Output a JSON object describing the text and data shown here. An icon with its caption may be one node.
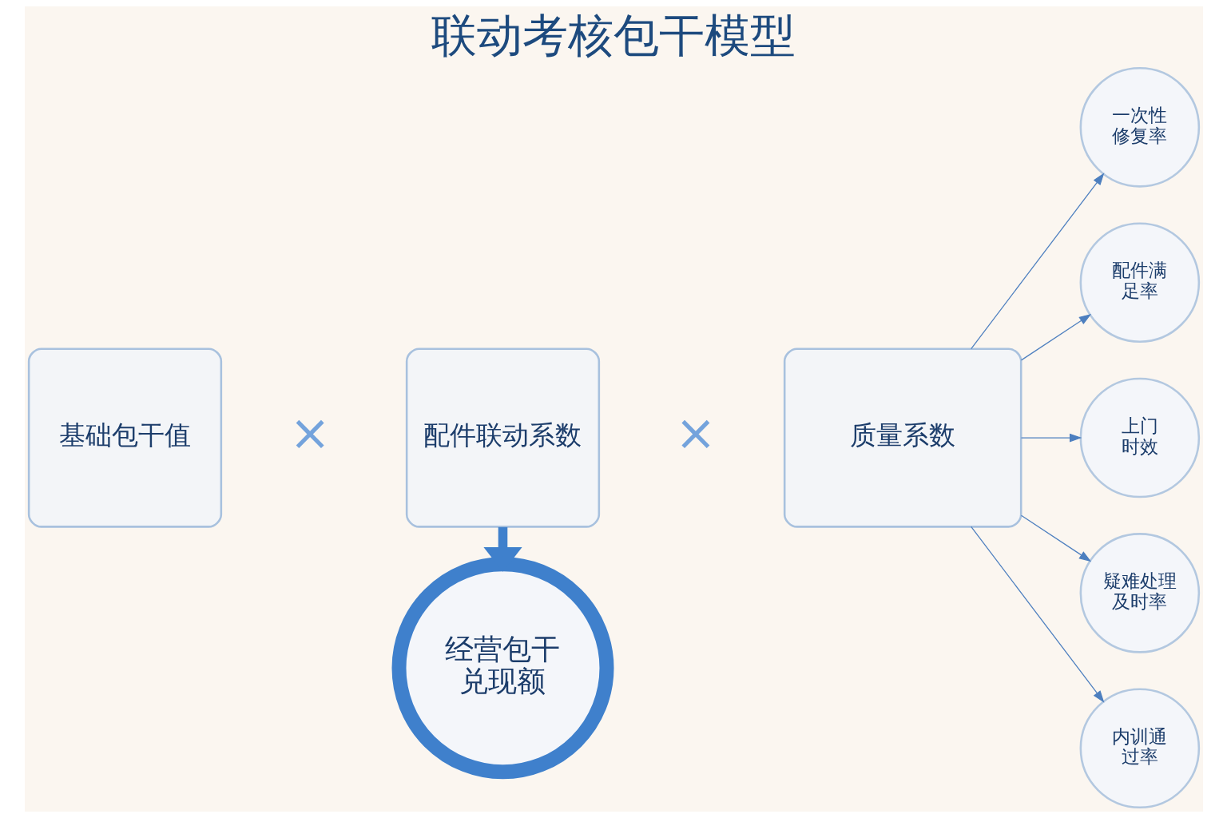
{
  "diagram": {
    "title": "联动考核包干模型",
    "nodes": [
      {
        "text": [
          "基础包干值"
        ]
      },
      {
        "text": [
          "配件联动系数"
        ]
      },
      {
        "text": [
          "质量系数"
        ]
      },
      {
        "text": [
          "经营包干兑现额"
        ]
      },
      {
        "text": [
          "一次性修复率"
        ]
      },
      {
        "text": [
          "配件满足率"
        ]
      },
      {
        "text": [
          "上门时效"
        ]
      },
      {
        "text": [
          "疑难处理及时率"
        ]
      },
      {
        "text": [
          "内训通过率"
        ]
      }
    ],
    "edges": [
      {
        "from": 1,
        "to": 3,
        "arrow": "to",
        "style": "thick"
      },
      {
        "from": 2,
        "to": 4,
        "arrow": "to"
      },
      {
        "from": 2,
        "to": 5,
        "arrow": "to"
      },
      {
        "from": 2,
        "to": 6,
        "arrow": "to"
      },
      {
        "from": 2,
        "to": 7,
        "arrow": "to"
      },
      {
        "from": 2,
        "to": 8,
        "arrow": "to"
      }
    ],
    "labels": [
      "×",
      "×"
    ]
  }
}
